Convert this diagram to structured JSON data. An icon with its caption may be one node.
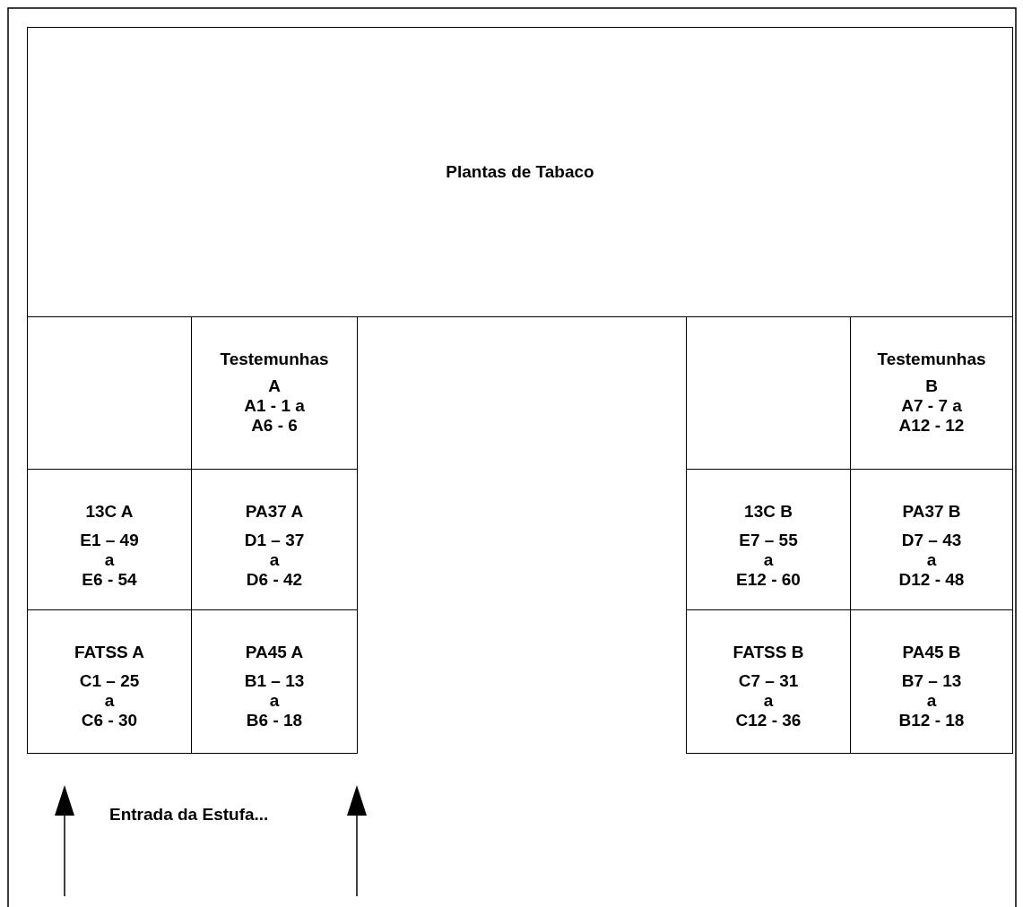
{
  "diagram": {
    "nodes": [
      {
        "text": [
          "Plantas de Tabaco"
        ]
      },
      {
        "text": [],
        "shape": "box"
      },
      {
        "text": [
          "Testemunhas",
          "A",
          "A1 - 1 a",
          "A6 - 6"
        ]
      },
      {
        "text": [],
        "shape": "box"
      },
      {
        "text": [
          "Testemunhas",
          "B",
          "A7 - 7 a",
          "A12 - 12"
        ]
      },
      {
        "text": [
          "13C A",
          "E1 – 49",
          "a",
          "E6 - 54"
        ]
      },
      {
        "text": [
          "PA37 A",
          "D1 – 37",
          "a",
          "D6 - 42"
        ]
      },
      {
        "text": [
          "13C B",
          "E7 – 55",
          "a",
          "E12 - 60"
        ]
      },
      {
        "text": [
          "PA37 B",
          "D7 – 43",
          "a",
          "D12 - 48"
        ]
      },
      {
        "text": [
          "FATSS A",
          "C1 – 25",
          "a",
          "C6 - 30"
        ]
      },
      {
        "text": [
          "PA45 A",
          "B1 – 13",
          "a",
          "B6 - 18"
        ]
      },
      {
        "text": [
          "FATSS B",
          "C7 – 31",
          "a",
          "C12 - 36"
        ]
      },
      {
        "text": [
          "PA45 B",
          "B7 – 13",
          "a",
          "B12 - 18"
        ]
      }
    ],
    "labels": [
      "Entrada da Estufa..."
    ]
  }
}
